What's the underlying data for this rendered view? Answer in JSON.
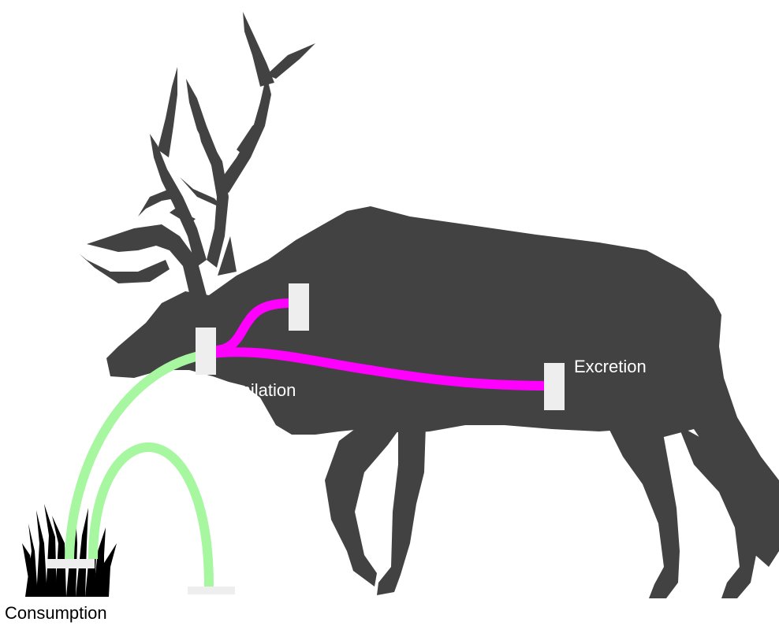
{
  "labels": {
    "assimilation": "Assimilation",
    "excretion": "Excretion",
    "consumption": "Consumption"
  },
  "colors": {
    "animal": "#424242",
    "grass": "#000000",
    "consumption_flow": "#a6f7a0",
    "excretion_flow": "#ff00ff",
    "node": "#eeeeee",
    "label_on_animal": "#ffffff",
    "label_on_background": "#000000"
  },
  "icons": {
    "animal": "elk-silhouette-icon",
    "plant": "grass-icon"
  }
}
